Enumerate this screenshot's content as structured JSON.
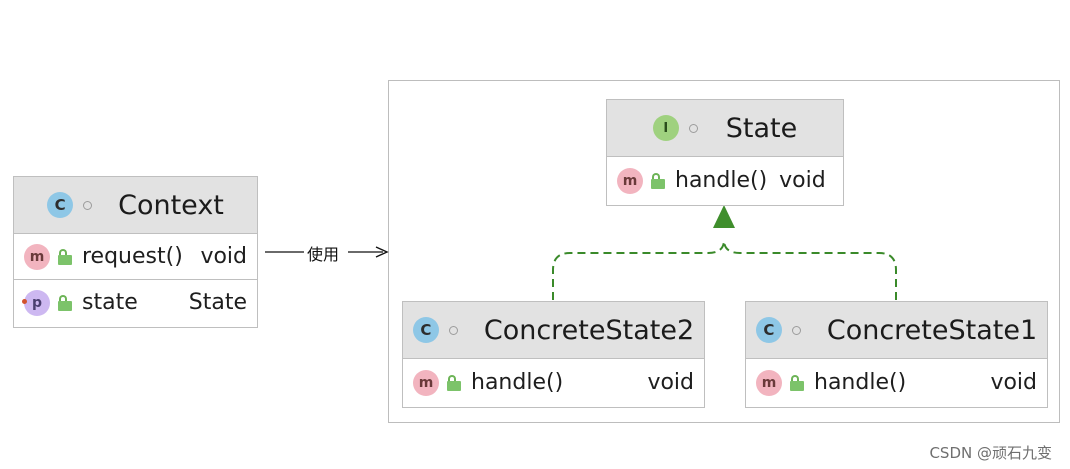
{
  "classes": {
    "context": {
      "name": "Context",
      "kind": "C",
      "members": [
        {
          "badge": "m",
          "name": "request()",
          "type": "void"
        },
        {
          "badge": "p",
          "name": "state",
          "type": "State"
        }
      ]
    },
    "state": {
      "name": "State",
      "kind": "I",
      "members": [
        {
          "badge": "m",
          "name": "handle()",
          "type": "void"
        }
      ]
    },
    "concrete_state2": {
      "name": "ConcreteState2",
      "kind": "C",
      "members": [
        {
          "badge": "m",
          "name": "handle()",
          "type": "void"
        }
      ]
    },
    "concrete_state1": {
      "name": "ConcreteState1",
      "kind": "C",
      "members": [
        {
          "badge": "m",
          "name": "handle()",
          "type": "void"
        }
      ]
    }
  },
  "edges": {
    "uses_label": "使用"
  },
  "colors": {
    "class_badge": "#8ec7e6",
    "interface_badge": "#9fd17f",
    "method_badge": "#f2b4bf",
    "property_badge": "#cdb8f1",
    "header_bg": "#e2e2e2",
    "realization_edge": "#3a8a2a"
  },
  "watermark": "CSDN @顽石九变"
}
